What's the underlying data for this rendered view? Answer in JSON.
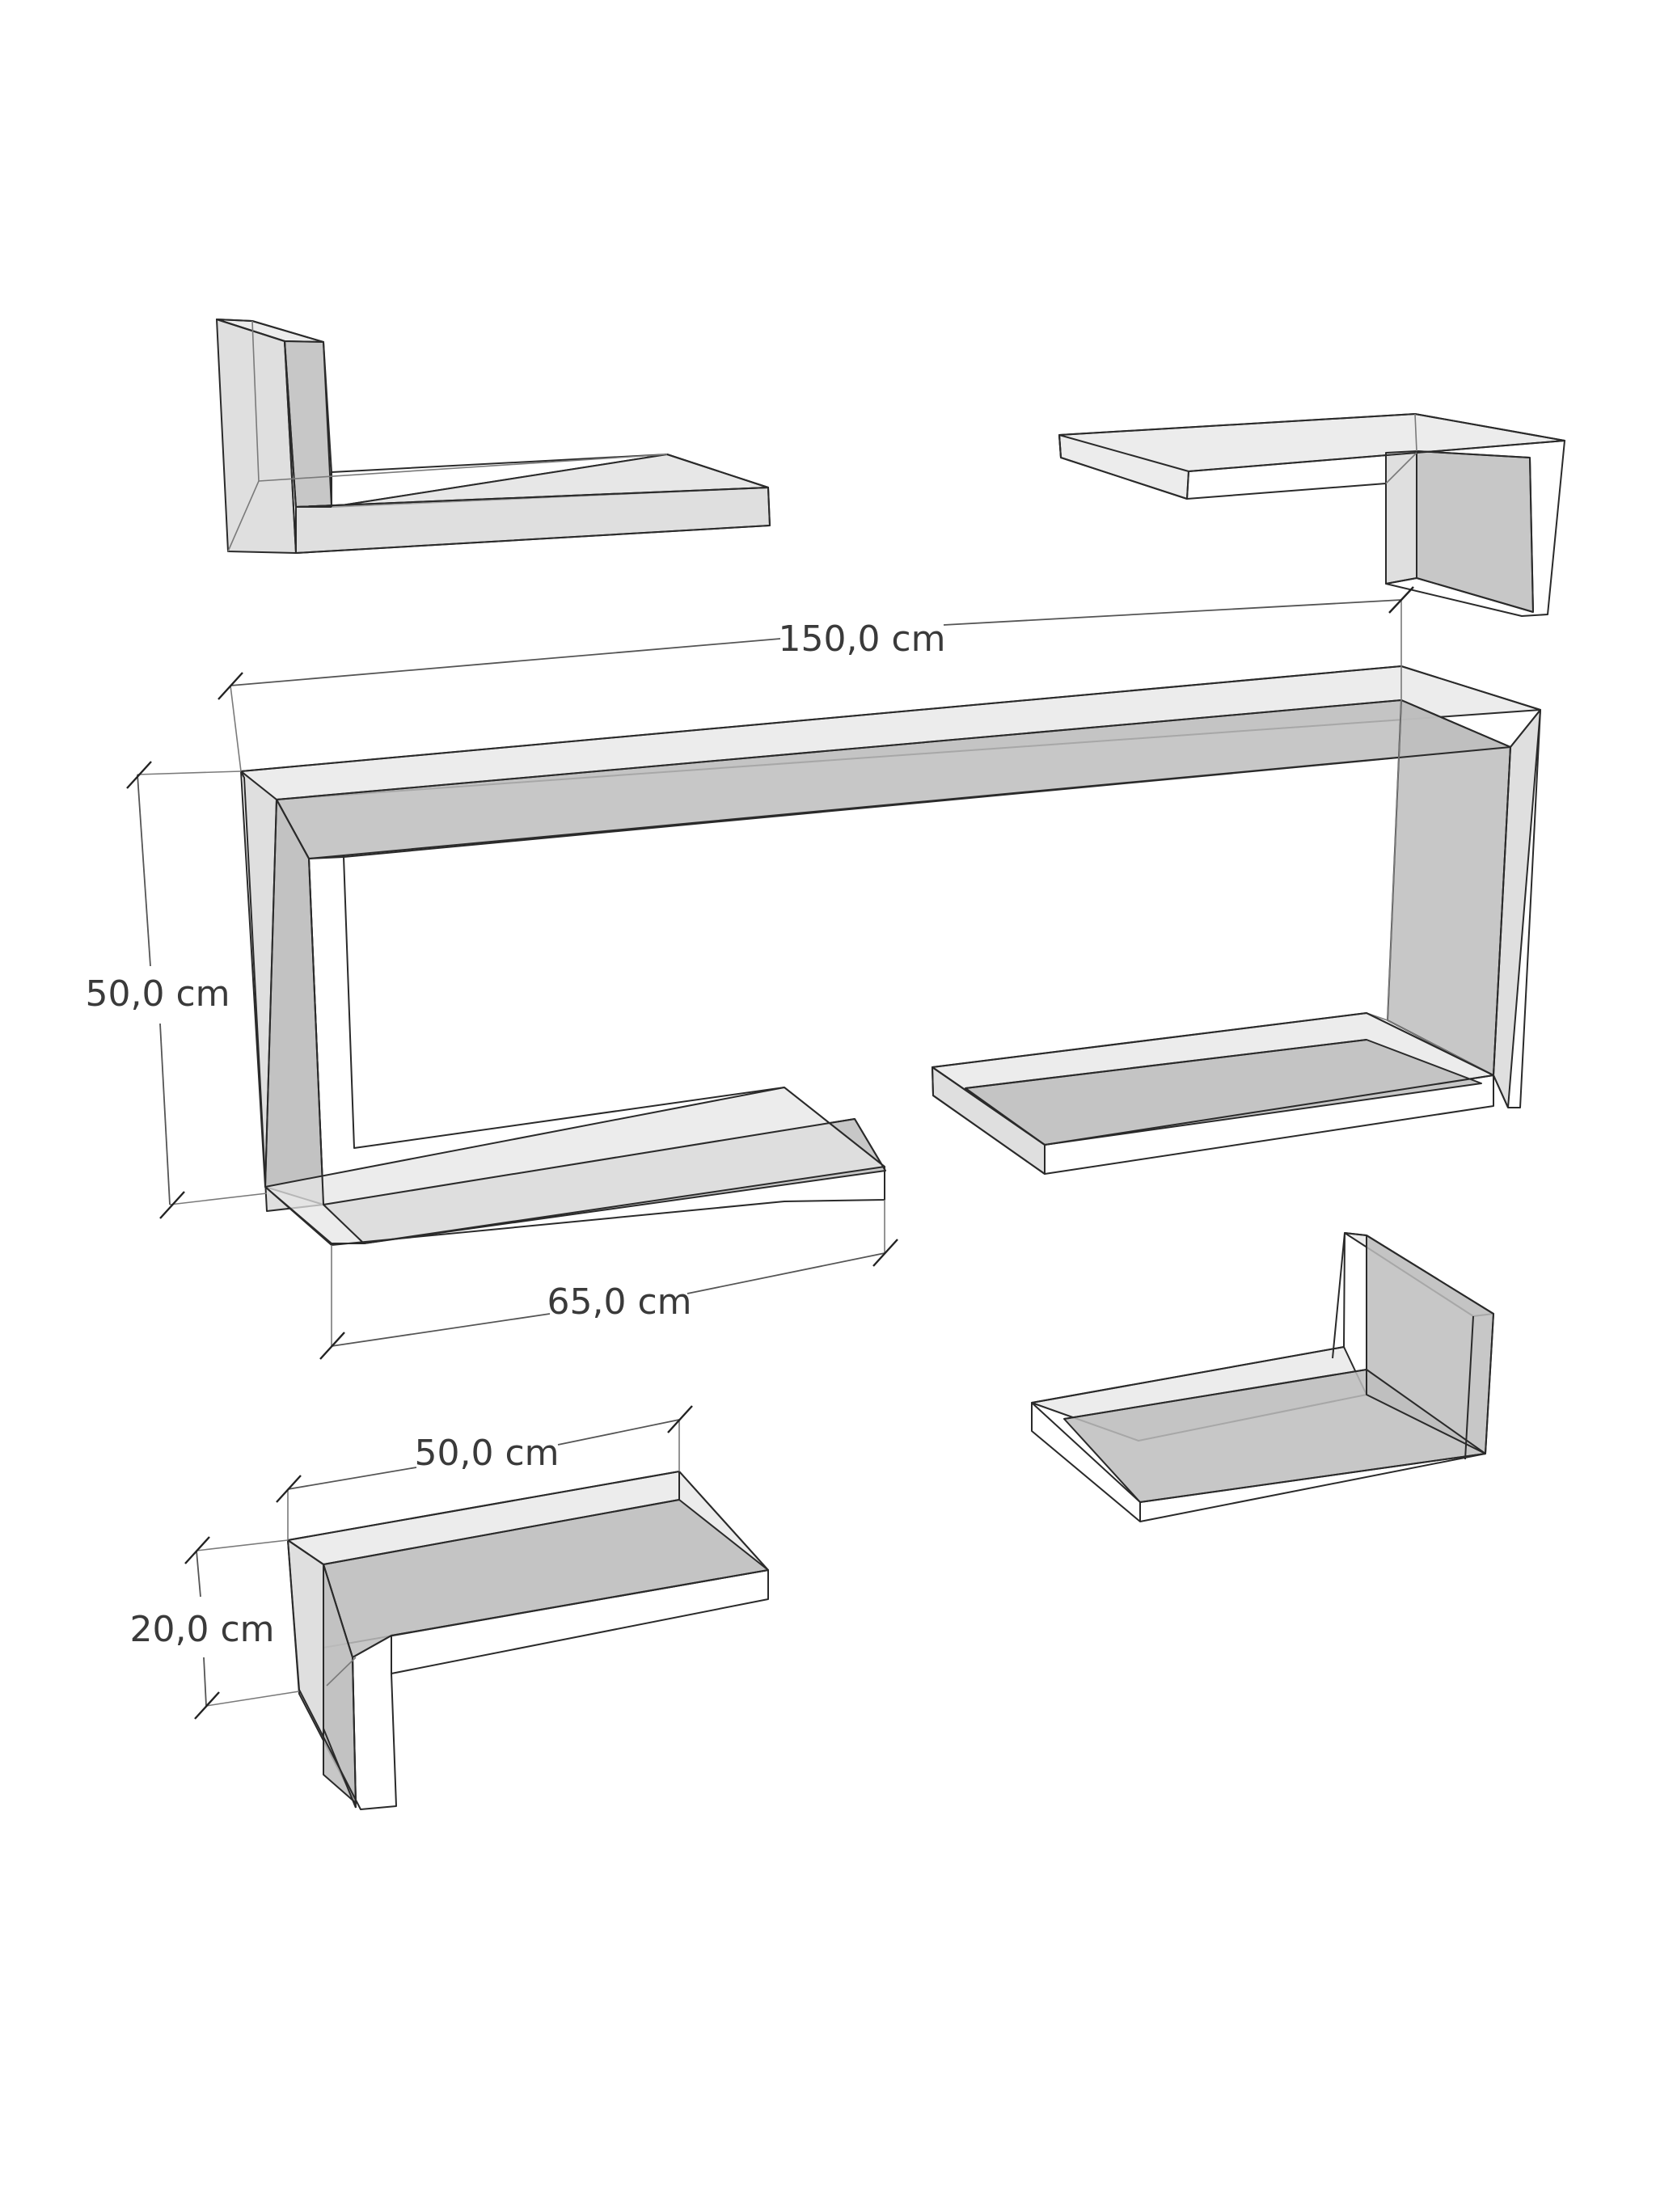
{
  "dimensions": {
    "width_total": "150,0 cm",
    "height_total": "50,0 cm",
    "bottom_shelf_length": "65,0 cm",
    "small_shelf_length": "50,0 cm",
    "small_shelf_height": "20,0 cm"
  },
  "pieces": [
    {
      "id": "top-left-l-shelf"
    },
    {
      "id": "top-right-l-shelf"
    },
    {
      "id": "main-c-shelf"
    },
    {
      "id": "middle-right-shelf"
    },
    {
      "id": "bottom-right-l-shelf"
    },
    {
      "id": "bottom-left-l-shelf"
    }
  ]
}
